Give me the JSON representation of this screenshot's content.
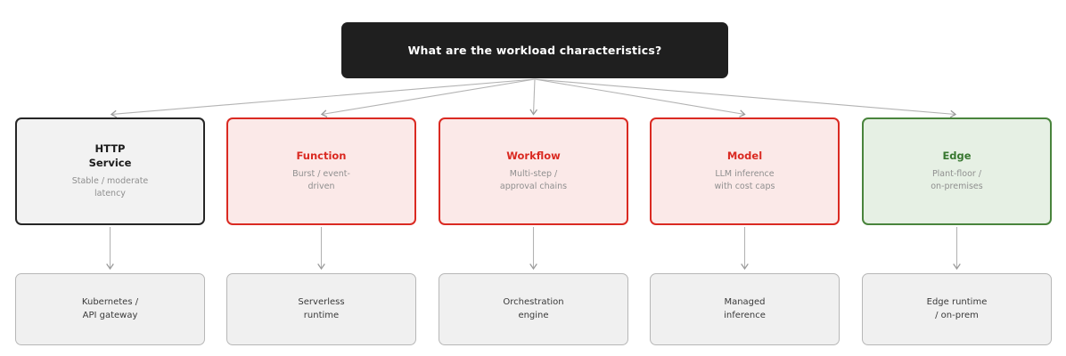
{
  "diagram": {
    "root": {
      "label": "What are the workload characteristics?"
    },
    "columns": [
      {
        "id": "http-service",
        "variant": "dark",
        "title": "HTTP\nService",
        "subtitle": "Stable / moderate\nlatency",
        "target": "Kubernetes /\nAPI gateway"
      },
      {
        "id": "function",
        "variant": "red",
        "title": "Function",
        "subtitle": "Burst / event-\ndriven",
        "target": "Serverless\nruntime"
      },
      {
        "id": "workflow",
        "variant": "red",
        "title": "Workflow",
        "subtitle": "Multi-step /\napproval chains",
        "target": "Orchestration\nengine"
      },
      {
        "id": "model",
        "variant": "red",
        "title": "Model",
        "subtitle": "LLM inference\nwith cost caps",
        "target": "Managed\ninference"
      },
      {
        "id": "edge",
        "variant": "green",
        "title": "Edge",
        "subtitle": "Plant-floor /\non-premises",
        "target": "Edge runtime\n/ on-prem"
      }
    ],
    "colors": {
      "root_bg": "#1f1f1f",
      "root_text": "#ffffff",
      "neutral_border": "#262626",
      "neutral_fill": "#f2f2f2",
      "red_accent": "#da2a22",
      "red_fill": "#fbe9e8",
      "green_accent": "#37772f",
      "green_fill": "#e6f0e4",
      "target_fill": "#f0f0f0",
      "target_border": "#b7b7b7",
      "arrow": "#a8a8a8",
      "subtitle_text": "#8f8f8f"
    }
  }
}
